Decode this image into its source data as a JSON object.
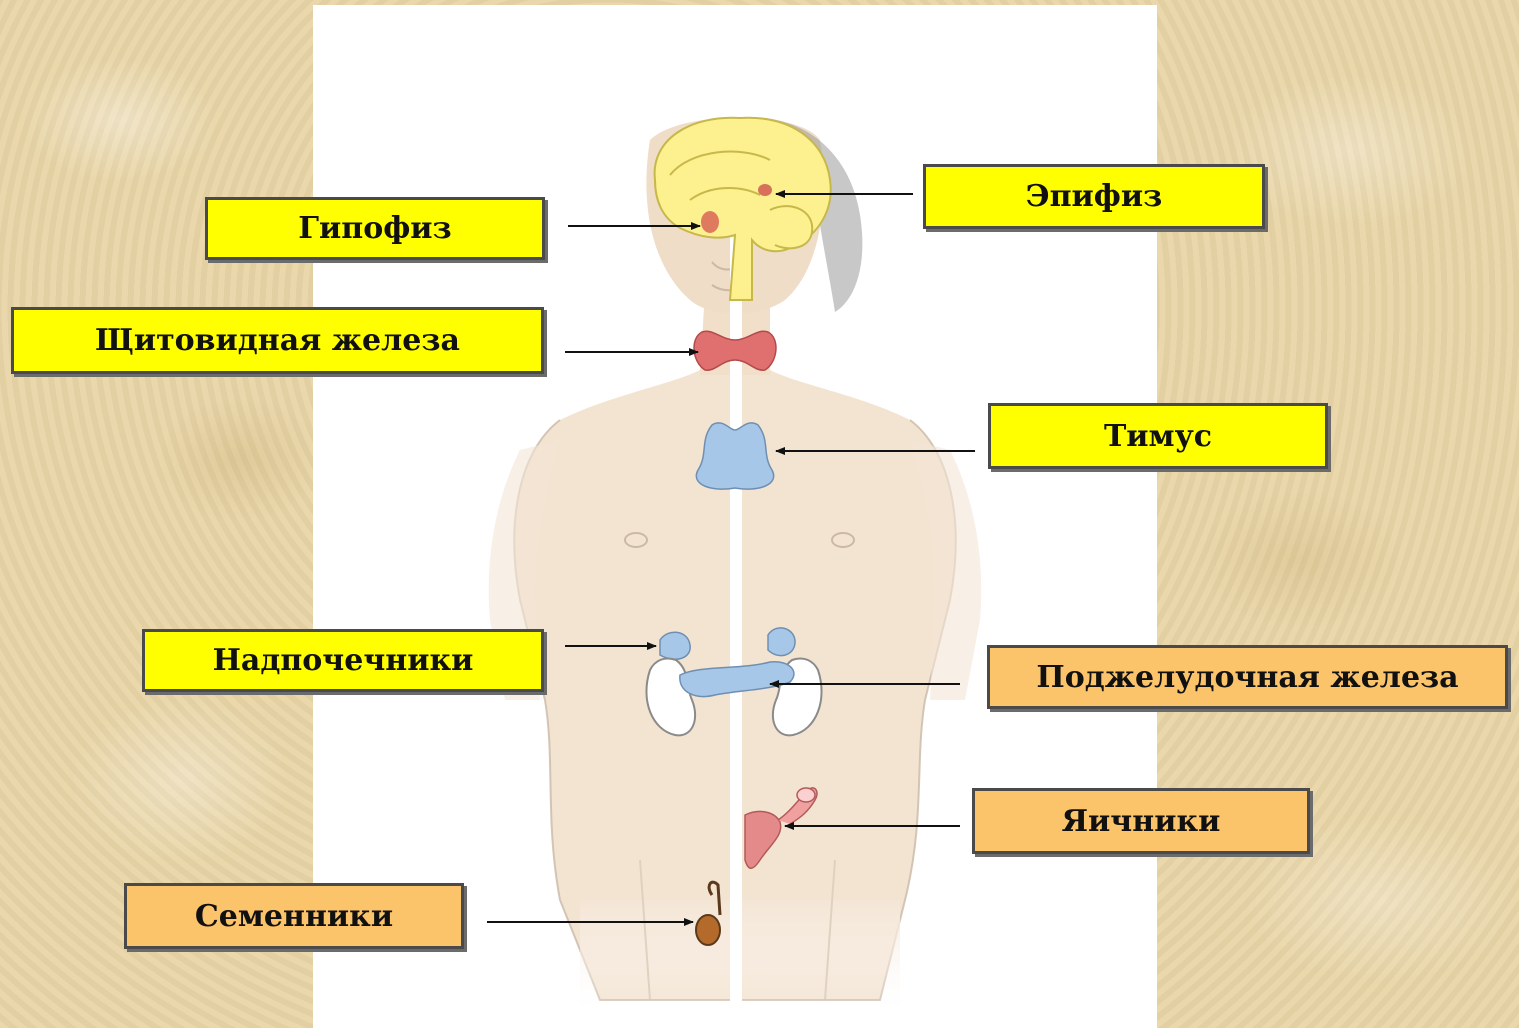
{
  "labels": {
    "pituitary": "Гипофиз",
    "pineal": "Эпифиз",
    "thyroid": "Щитовидная железа",
    "thymus": "Тимус",
    "adrenals": "Надпочечники",
    "pancreas": "Поджелудочная железа",
    "ovaries": "Яичники",
    "testes": "Семенники"
  },
  "colors": {
    "label_yellow": "#ffff00",
    "label_orange": "#fcc46a",
    "background": "#e9d6a7",
    "brain": "#fdf08f",
    "gland_red": "#e07070",
    "gland_blue": "#9cc3e6",
    "skin": "#f3e1cf"
  }
}
